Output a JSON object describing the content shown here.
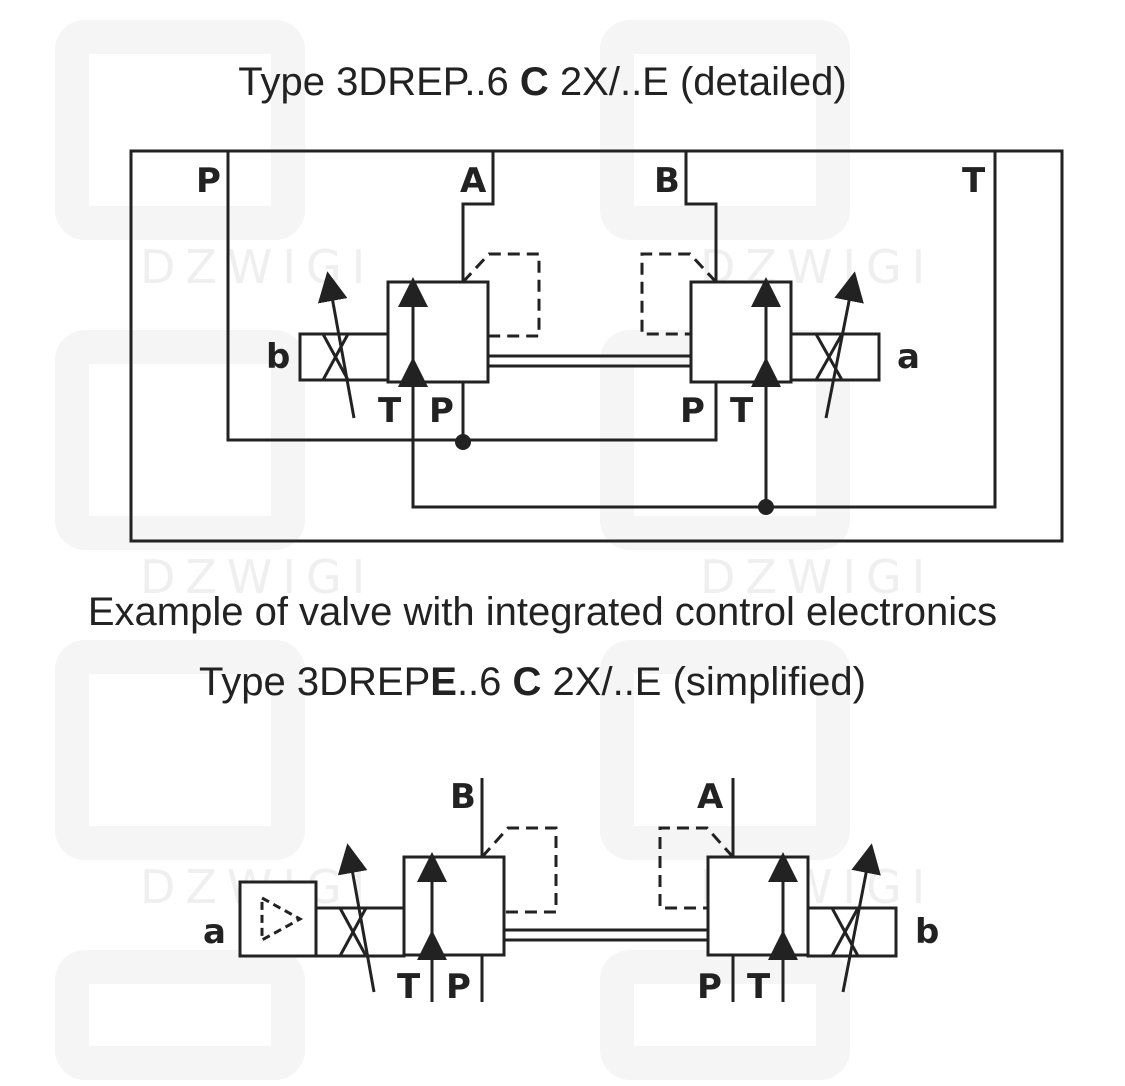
{
  "titles": {
    "detailed_prefix": "Type 3DREP..6 ",
    "detailed_bold": "C",
    "detailed_suffix": " 2X/..E (detailed)",
    "example": "Example of valve with integrated control electronics",
    "simplified_prefix": "Type 3DREP",
    "simplified_bold1": "E",
    "simplified_mid": "..6 ",
    "simplified_bold2": "C",
    "simplified_suffix": " 2X/..E (simplified)"
  },
  "detailed": {
    "port_P": "P",
    "port_A": "A",
    "port_B": "B",
    "port_T": "T",
    "left_solenoid": "b",
    "right_solenoid": "a",
    "left_T": "T",
    "left_P": "P",
    "right_P": "P",
    "right_T": "T"
  },
  "simplified": {
    "port_B": "B",
    "port_A": "A",
    "left_solenoid": "a",
    "right_solenoid": "b",
    "left_T": "T",
    "left_P": "P",
    "right_P": "P",
    "right_T": "T"
  },
  "watermark": {
    "text": "DZWIGI"
  }
}
